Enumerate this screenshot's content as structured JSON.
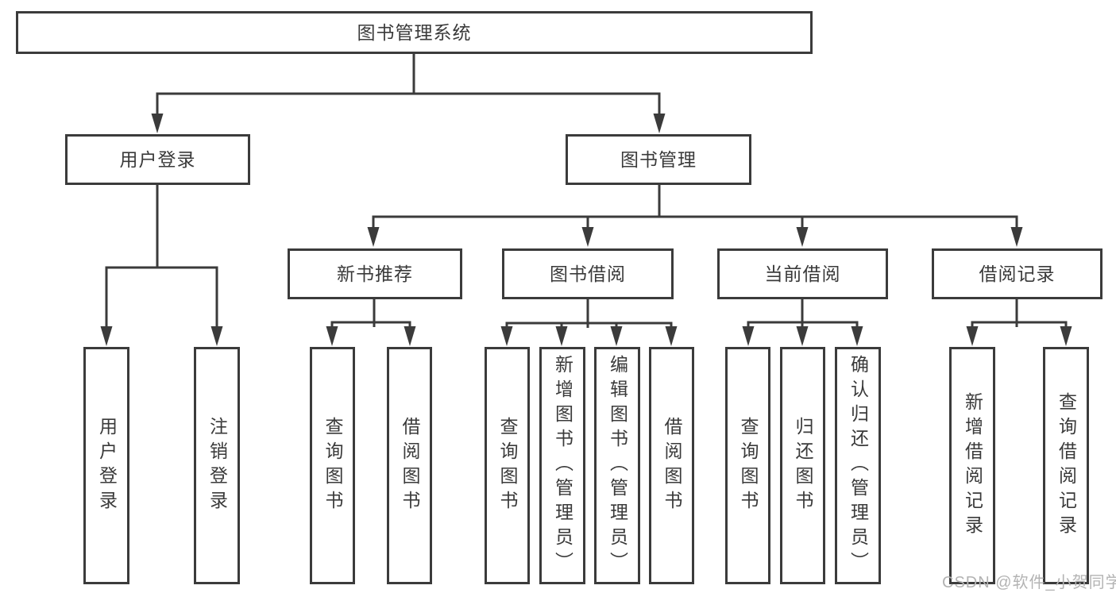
{
  "diagram": {
    "root": {
      "label": "图书管理系统"
    },
    "branches": [
      {
        "label": "用户登录",
        "children": [
          {
            "label": "用户登录"
          },
          {
            "label": "注销登录"
          }
        ]
      },
      {
        "label": "图书管理",
        "children": [
          {
            "label": "新书推荐",
            "children": [
              {
                "label": "查询图书"
              },
              {
                "label": "借阅图书"
              }
            ]
          },
          {
            "label": "图书借阅",
            "children": [
              {
                "label": "查询图书"
              },
              {
                "label": "新增图书（管理员）"
              },
              {
                "label": "编辑图书（管理员）"
              },
              {
                "label": "借阅图书"
              }
            ]
          },
          {
            "label": "当前借阅",
            "children": [
              {
                "label": "查询图书"
              },
              {
                "label": "归还图书"
              },
              {
                "label": "确认归还（管理员）"
              }
            ]
          },
          {
            "label": "借阅记录",
            "children": [
              {
                "label": "新增借阅记录"
              },
              {
                "label": "查询借阅记录"
              }
            ]
          }
        ]
      }
    ]
  },
  "watermark": {
    "text": "CSDN @软件_小贺同学"
  },
  "colors": {
    "line": "#3b3b3b",
    "text": "#3a3a3a",
    "watermark": "#b3b3b3",
    "background": "#ffffff"
  }
}
